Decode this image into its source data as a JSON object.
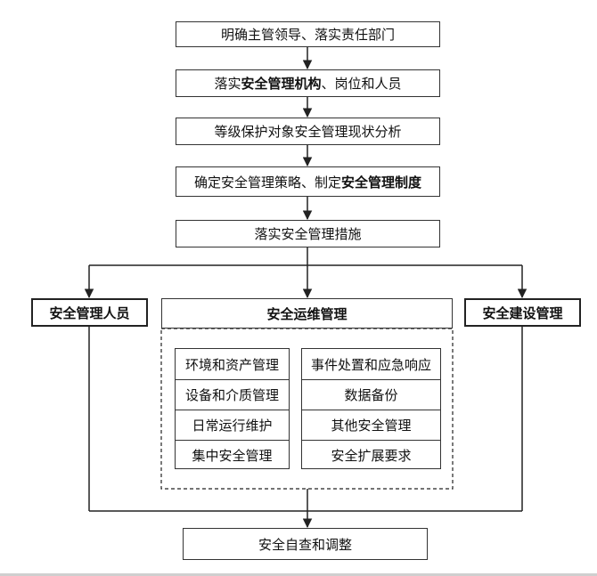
{
  "steps": {
    "s1": "明确主管领导、落实责任部门",
    "s2": {
      "pre": "落实",
      "bold": "安全管理机构",
      "post": "、岗位和人员"
    },
    "s3": "等级保护对象安全管理现状分析",
    "s4": {
      "pre": "确定安全管理策略、制定",
      "bold": "安全管理制度"
    },
    "s5": "落实安全管理措施"
  },
  "branches": {
    "left": "安全管理人员",
    "middle": "安全运维管理",
    "right": "安全建设管理"
  },
  "ops_left": [
    "环境和资产管理",
    "设备和介质管理",
    "日常运行维护",
    "集中安全管理"
  ],
  "ops_right": [
    "事件处置和应急响应",
    "数据备份",
    "其他安全管理",
    "安全扩展要求"
  ],
  "final": "安全自查和调整"
}
